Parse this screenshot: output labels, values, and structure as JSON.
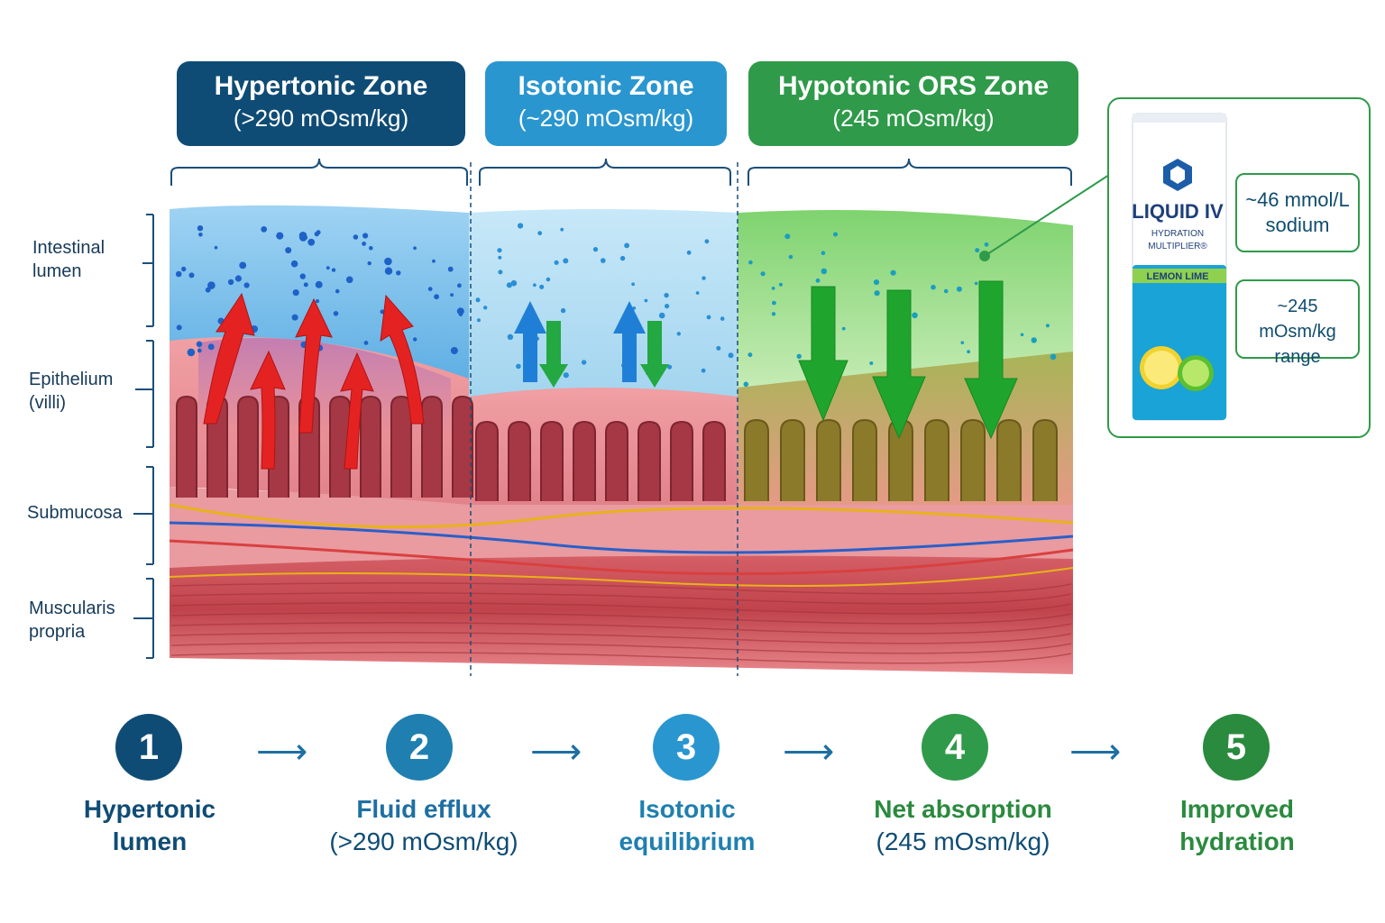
{
  "zones": [
    {
      "title": "Hypertonic Zone",
      "subtitle": "(>290 mOsm/kg)",
      "color": "#0f4c75"
    },
    {
      "title": "Isotonic Zone",
      "subtitle": "(~290 mOsm/kg)",
      "color": "#2a96cf"
    },
    {
      "title": "Hypotonic ORS Zone",
      "subtitle": "(245 mOsm/kg)",
      "color": "#2f9a4a"
    }
  ],
  "layers": [
    {
      "line1": "Intestinal",
      "line2": "lumen"
    },
    {
      "line1": "Epithelium",
      "line2": "(villi)"
    },
    {
      "line1": "Submucosa",
      "line2": ""
    },
    {
      "line1": "Muscularis",
      "line2": "propria"
    }
  ],
  "product": {
    "brand": "LIQUID IV",
    "line1": "HYDRATION",
    "line2": "MULTIPLIER®",
    "flavor": "LEMON LIME",
    "callout_sodium": {
      "line1": "~46 mmol/L",
      "line2": "sodium"
    },
    "callout_osm": {
      "line1": "~245 mOsm/kg",
      "line2": "range"
    }
  },
  "steps": [
    {
      "number": "1",
      "line1": "Hypertonic",
      "line2": "lumen",
      "color": "#0f4c75"
    },
    {
      "number": "2",
      "line1": "Fluid efflux",
      "line2": "(>290 mOsm/kg)",
      "color": "#1f7fb0"
    },
    {
      "number": "3",
      "line1": "Isotonic",
      "line2": "equilibrium",
      "color": "#2a96cf"
    },
    {
      "number": "4",
      "line1": "Net absorption",
      "line2": "(245 mOsm/kg)",
      "color": "#2f9a4a"
    },
    {
      "number": "5",
      "line1": "Improved",
      "line2": "hydration",
      "color": "#2a8a3e"
    }
  ],
  "arrow_glyph": "⟶",
  "colors": {
    "lumen_hyper": "#6db8ea",
    "lumen_iso": "#a9d8f0",
    "lumen_hypo": "#8fd98a",
    "tissue": "#e07f86",
    "muscle": "#c94a50",
    "efflux_arrow": "#e52222",
    "absorb_arrow": "#1fa52e",
    "iso_arrow_blue": "#1f7fd6"
  }
}
